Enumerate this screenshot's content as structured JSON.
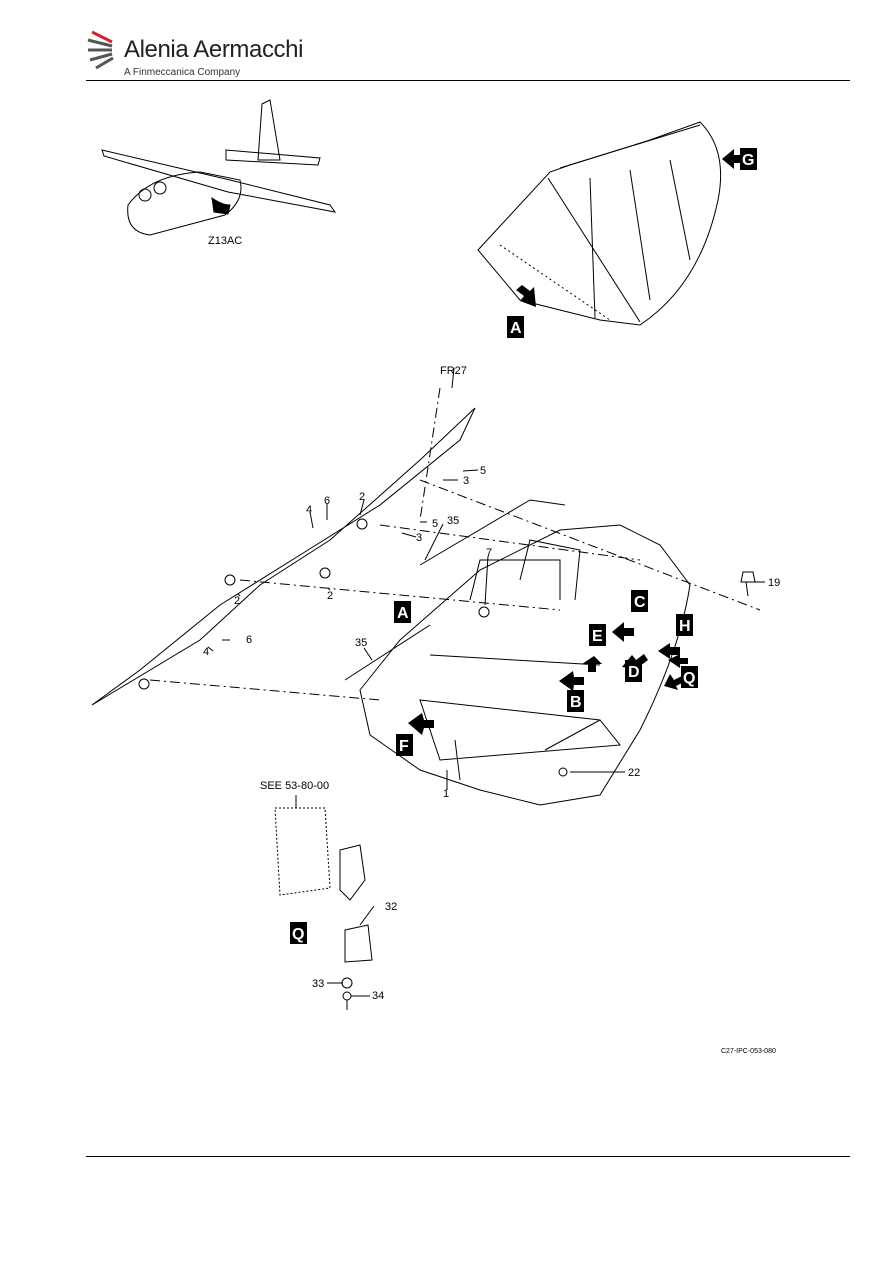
{
  "header": {
    "brand_name": "Alenia Aermacchi",
    "brand_subtitle": "A Finmeccanica Company",
    "brand_color": "#d2232a"
  },
  "figure": {
    "aircraft_zone_label": "Z13AC",
    "frame_label": "FR27",
    "see_reference": "SEE 53-80-00",
    "drawing_reference": "C27-IPC-053-080",
    "item_numbers": [
      "1",
      "2",
      "2",
      "2",
      "3",
      "3",
      "4",
      "4",
      "5",
      "5",
      "6",
      "6",
      "7",
      "19",
      "22",
      "32",
      "33",
      "34",
      "35",
      "35"
    ],
    "view_callouts": [
      "A",
      "A",
      "B",
      "C",
      "D",
      "E",
      "F",
      "G",
      "H",
      "Q",
      "Q"
    ]
  }
}
